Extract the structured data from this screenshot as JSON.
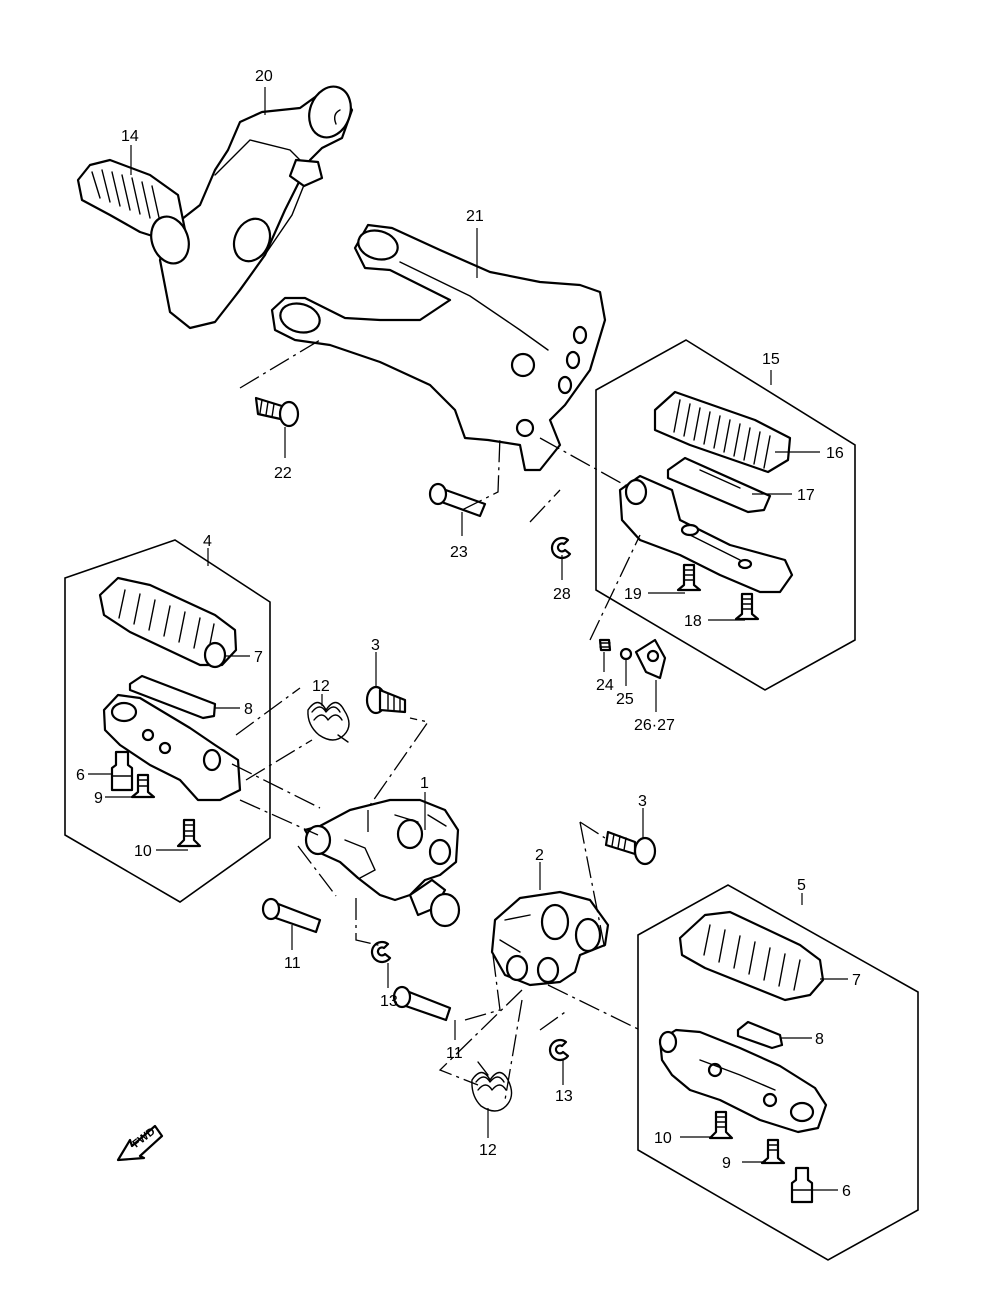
{
  "callouts": [
    {
      "id": "c20",
      "text": "20"
    },
    {
      "id": "c14",
      "text": "14"
    },
    {
      "id": "c21",
      "text": "21"
    },
    {
      "id": "c15",
      "text": "15"
    },
    {
      "id": "c16",
      "text": "16"
    },
    {
      "id": "c17",
      "text": "17"
    },
    {
      "id": "c22",
      "text": "22"
    },
    {
      "id": "c23",
      "text": "23"
    },
    {
      "id": "c28",
      "text": "28"
    },
    {
      "id": "c19",
      "text": "19"
    },
    {
      "id": "c18",
      "text": "18"
    },
    {
      "id": "c24",
      "text": "24"
    },
    {
      "id": "c25",
      "text": "25"
    },
    {
      "id": "c2627",
      "text": "26·27"
    },
    {
      "id": "c4",
      "text": "4"
    },
    {
      "id": "c7a",
      "text": "7"
    },
    {
      "id": "c8a",
      "text": "8"
    },
    {
      "id": "c12a",
      "text": "12"
    },
    {
      "id": "c3a",
      "text": "3"
    },
    {
      "id": "c6a",
      "text": "6"
    },
    {
      "id": "c9a",
      "text": "9"
    },
    {
      "id": "c10a",
      "text": "10"
    },
    {
      "id": "c1",
      "text": "1"
    },
    {
      "id": "c11a",
      "text": "11"
    },
    {
      "id": "c13a",
      "text": "13"
    },
    {
      "id": "c3b",
      "text": "3"
    },
    {
      "id": "c2",
      "text": "2"
    },
    {
      "id": "c5",
      "text": "5"
    },
    {
      "id": "c7b",
      "text": "7"
    },
    {
      "id": "c8b",
      "text": "8"
    },
    {
      "id": "c11b",
      "text": "11"
    },
    {
      "id": "c13b",
      "text": "13"
    },
    {
      "id": "c12b",
      "text": "12"
    },
    {
      "id": "c10b",
      "text": "10"
    },
    {
      "id": "c9b",
      "text": "9"
    },
    {
      "id": "c6b",
      "text": "6"
    }
  ],
  "fwd_label": "FWD",
  "colors": {
    "line": "#000000",
    "background": "#ffffff"
  }
}
